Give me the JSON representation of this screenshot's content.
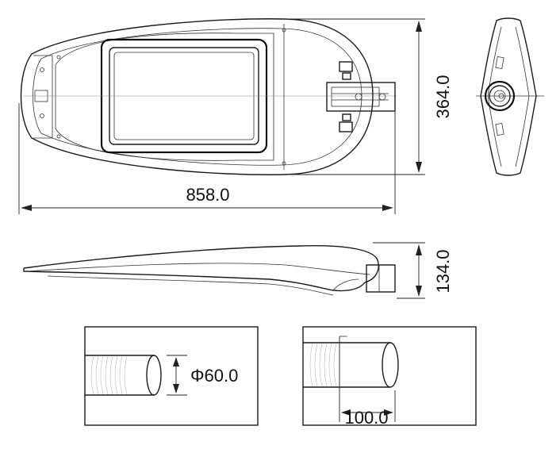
{
  "dimensions": {
    "length": "858.0",
    "width": "364.0",
    "height": "134.0",
    "pipe_diameter": "Φ60.0",
    "insertion_depth": "100.0"
  }
}
